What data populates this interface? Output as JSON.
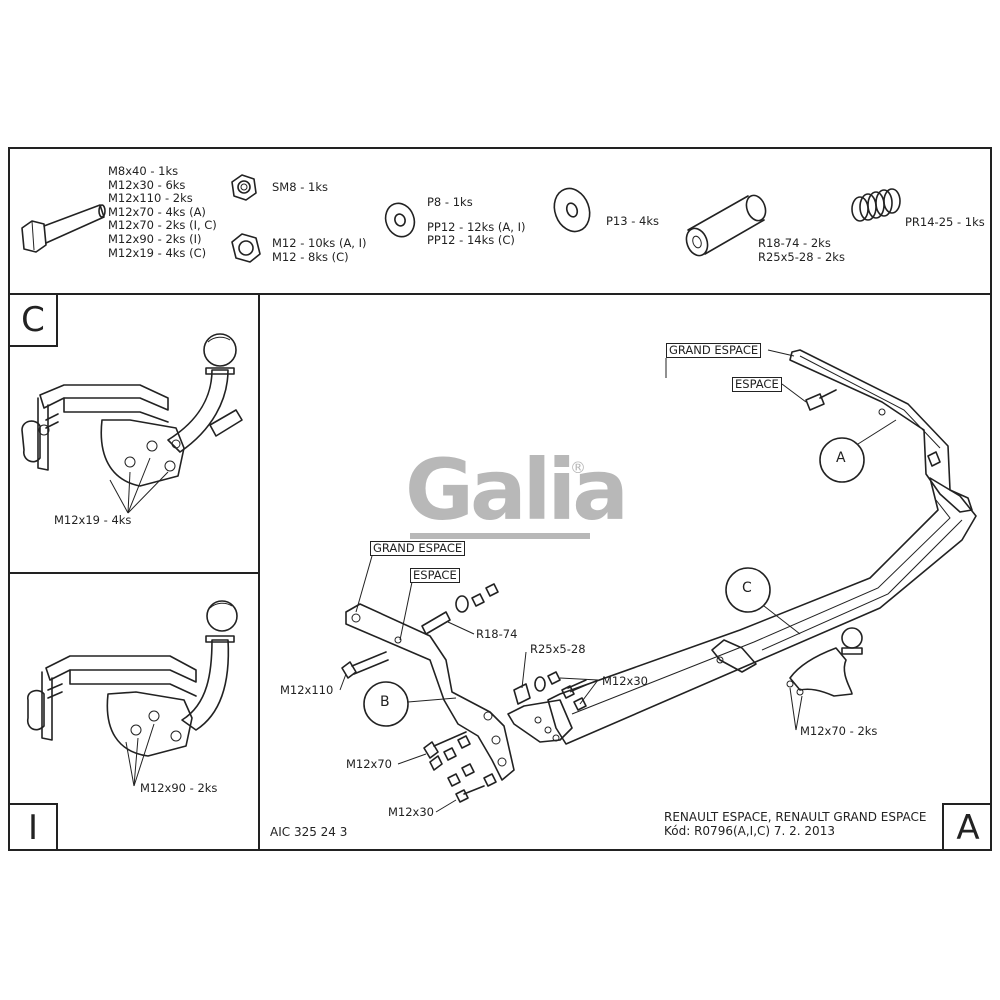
{
  "parts": {
    "bolt_list": [
      "M8x40 - 1ks",
      "M12x30 - 6ks",
      "M12x110 - 2ks",
      "M12x70 - 4ks (A)",
      "M12x70 - 2ks (I, C)",
      "M12x90 - 2ks (I)",
      "M12x19 - 4ks (C)"
    ],
    "nut_sm8": "SM8 - 1ks",
    "nut_m12": [
      "M12 - 10ks (A, I)",
      "M12 - 8ks (C)"
    ],
    "washer_p8": [
      "P8 - 1ks",
      "PP12 - 12ks (A, I)",
      "PP12 - 14ks (C)"
    ],
    "washer_p13": "P13 - 4ks",
    "spacer": [
      "R18-74 - 2ks",
      "R25x5-28 - 2ks"
    ],
    "spring": "PR14-25 - 1ks"
  },
  "panel_c": {
    "letter": "C",
    "callout": "M12x19 - 4ks"
  },
  "panel_i": {
    "letter": "I",
    "callout": "M12x90 - 2ks"
  },
  "main": {
    "letter": "A",
    "label_grand_espace_top": "GRAND ESPACE",
    "label_espace_top": "ESPACE",
    "label_grand_espace_left": "GRAND ESPACE",
    "label_espace_left": "ESPACE",
    "bubble_a": "A",
    "bubble_b": "B",
    "bubble_c": "C",
    "callout_r18": "R18-74",
    "callout_r25": "R25x5-28",
    "callout_m12x30_right": "M12x30",
    "callout_m12x110": "M12x110",
    "callout_m12x70_left": "M12x70",
    "callout_m12x30_bottom": "M12x30",
    "callout_m12x70_right": "M12x70 - 2ks",
    "title_line1": "RENAULT ESPACE, RENAULT GRAND ESPACE",
    "title_line2": "Kód: R0796(A,I,C)  7. 2. 2013",
    "drawing_no": "AIC 325 24 3"
  },
  "logo": {
    "text": "Galia",
    "mark": "®",
    "color": "#b8b8b8"
  }
}
